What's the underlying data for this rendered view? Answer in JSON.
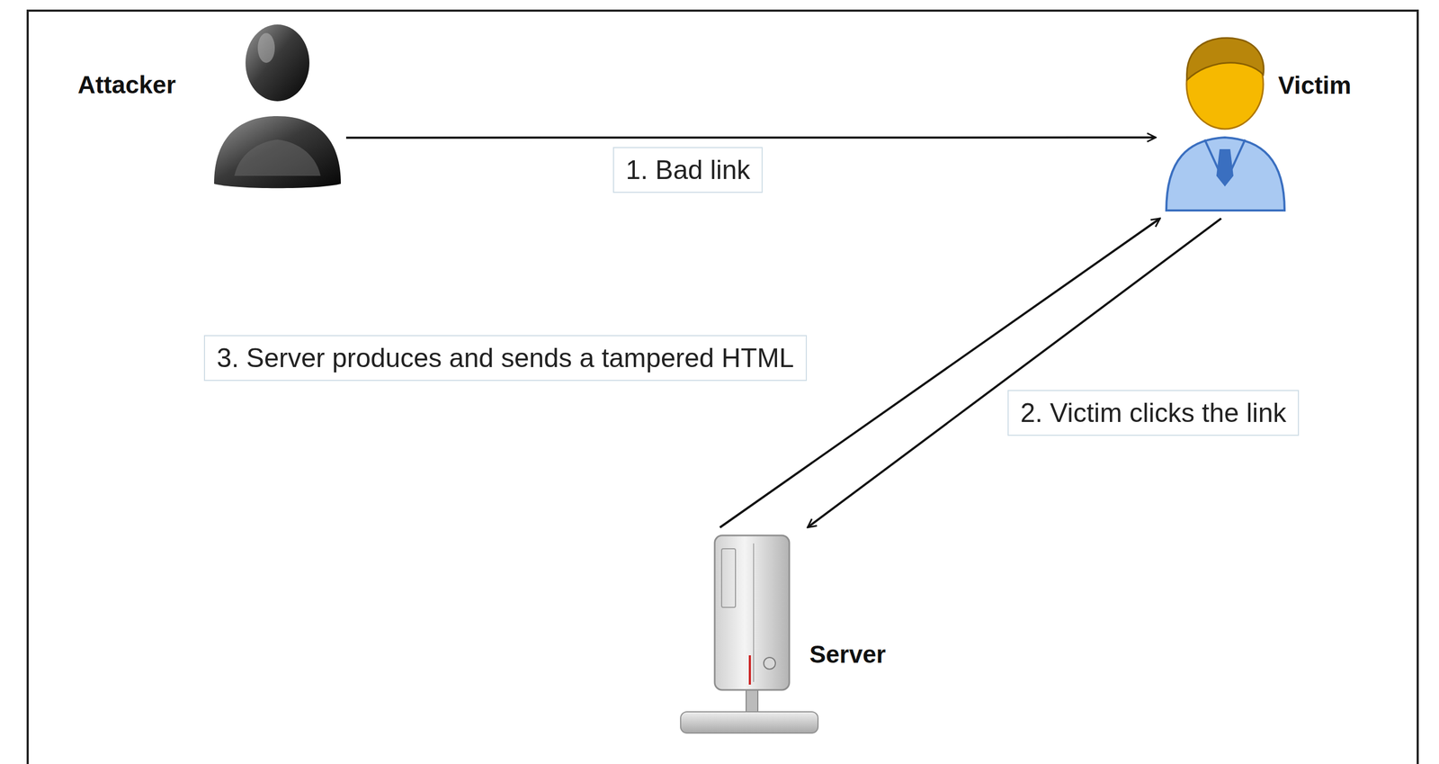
{
  "diagram": {
    "nodes": [
      {
        "text": [
          "Attacker"
        ]
      },
      {
        "text": [
          "Victim"
        ]
      },
      {
        "text": [
          "Server"
        ]
      }
    ],
    "edges": [
      {
        "from": 0,
        "to": 1,
        "arrow": "to",
        "label": "1. Bad link"
      },
      {
        "from": 1,
        "to": 2,
        "arrow": "to",
        "label": "2. Victim clicks the link"
      },
      {
        "from": 2,
        "to": 1,
        "arrow": "to",
        "label": "3. Server produces and sends a tampered HTML"
      }
    ]
  }
}
